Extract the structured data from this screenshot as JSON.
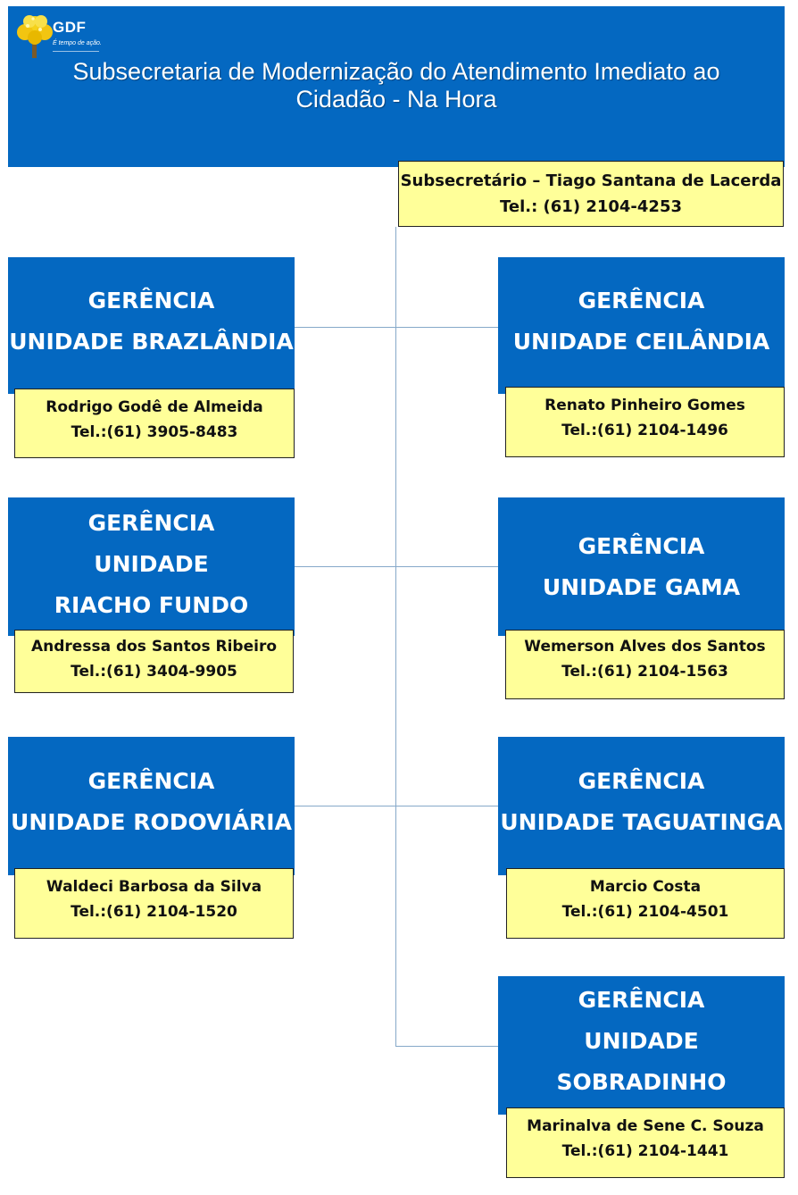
{
  "header": {
    "logo_text": "GDF",
    "logo_tagline": "É tempo de ação.",
    "title_line1": "Subsecretaria de Modernização do Atendimento Imediato ao",
    "title_line2": "Cidadão - Na Hora",
    "bg_color": "#0468c1"
  },
  "head": {
    "name": "Subsecretário – Tiago Santana de Lacerda",
    "phone": "Tel.: (61) 2104-4253"
  },
  "units": {
    "brazlandia": {
      "lines": [
        "GERÊNCIA",
        "UNIDADE BRAZLÂNDIA"
      ],
      "name": "Rodrigo Godê de Almeida",
      "phone": "Tel.:(61) 3905-8483"
    },
    "ceilandia": {
      "lines": [
        "GERÊNCIA",
        "UNIDADE CEILÂNDIA"
      ],
      "name": "Renato Pinheiro Gomes",
      "phone": "Tel.:(61) 2104-1496"
    },
    "riacho": {
      "lines": [
        "GERÊNCIA",
        "UNIDADE",
        "RIACHO FUNDO"
      ],
      "name": "Andressa dos Santos Ribeiro",
      "phone": "Tel.:(61) 3404-9905"
    },
    "gama": {
      "lines": [
        "GERÊNCIA",
        "UNIDADE GAMA"
      ],
      "name": "Wemerson Alves dos Santos",
      "phone": "Tel.:(61) 2104-1563"
    },
    "rodoviaria": {
      "lines": [
        "GERÊNCIA",
        "UNIDADE RODOVIÁRIA"
      ],
      "name": "Waldeci Barbosa da Silva",
      "phone": "Tel.:(61) 2104-1520"
    },
    "taguatinga": {
      "lines": [
        "GERÊNCIA",
        "UNIDADE TAGUATINGA"
      ],
      "name": "Marcio Costa",
      "phone": "Tel.:(61) 2104-4501"
    },
    "sobradinho": {
      "lines": [
        "GERÊNCIA",
        "UNIDADE SOBRADINHO"
      ],
      "name": "Marinalva de Sene C. Souza",
      "phone": "Tel.:(61) 2104-1441"
    }
  },
  "colors": {
    "unit_bg": "#0468c1",
    "contact_bg": "#ffff99",
    "connector": "#86a9c9"
  }
}
